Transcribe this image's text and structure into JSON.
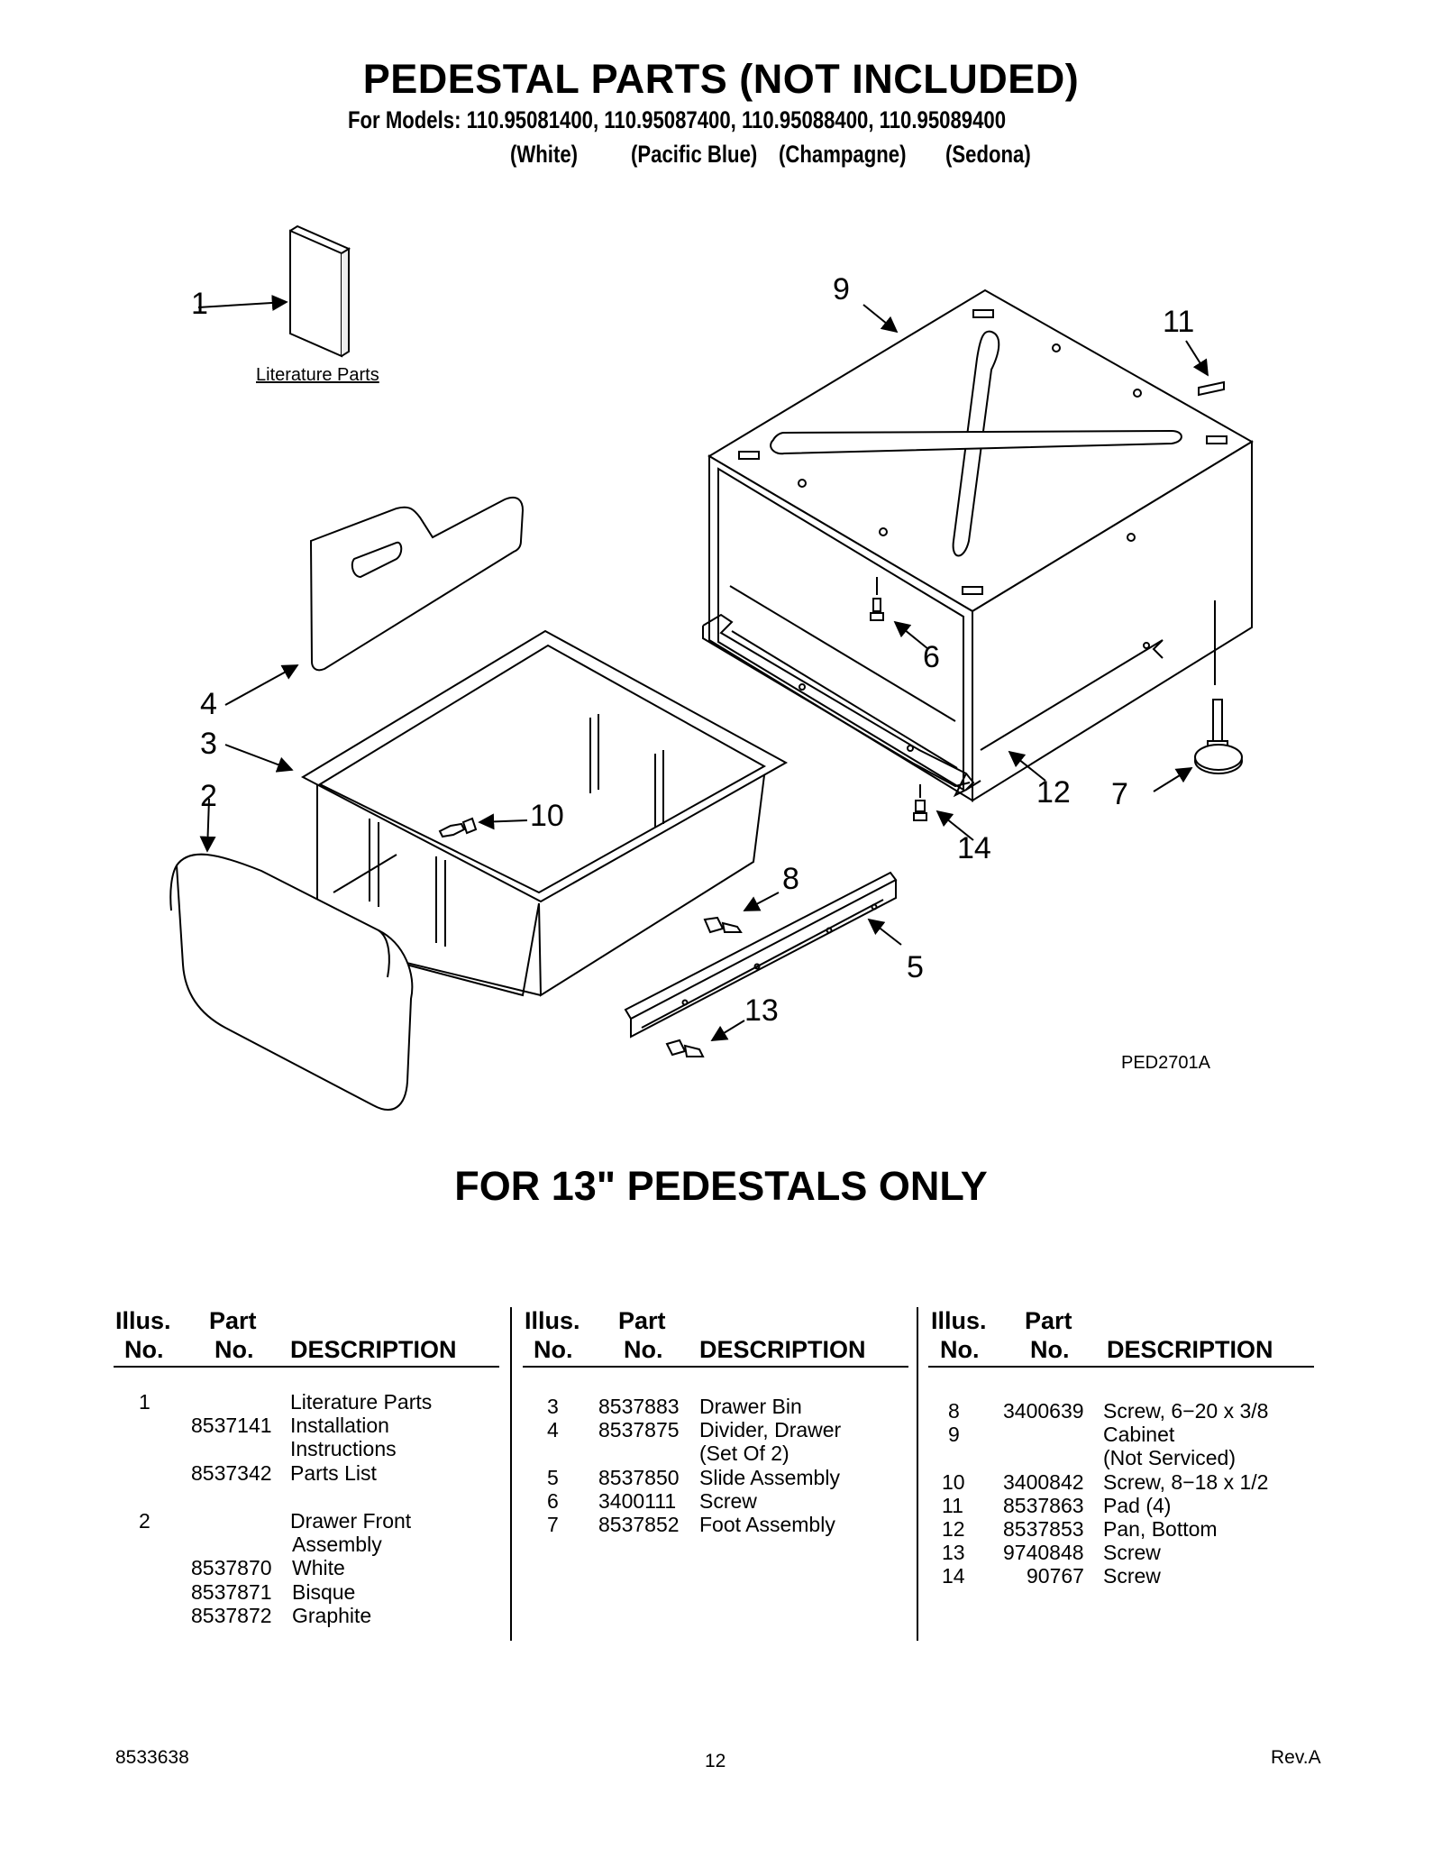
{
  "header": {
    "title": "PEDESTAL PARTS (NOT INCLUDED)",
    "models_line": "For Models: 110.95081400, 110.95087400, 110.95088400, 110.95089400",
    "colors": [
      "(White)",
      "(Pacific Blue)",
      "(Champagne)",
      "(Sedona)"
    ]
  },
  "diagram": {
    "callouts": [
      "1",
      "2",
      "3",
      "4",
      "5",
      "6",
      "7",
      "8",
      "9",
      "10",
      "11",
      "12",
      "13",
      "14"
    ],
    "literature_label": "Literature Parts",
    "figure_code": "PED2701A"
  },
  "subtitle": "FOR 13\" PEDESTALS ONLY",
  "table": {
    "headers": {
      "illus": [
        "Illus.",
        "No."
      ],
      "part": [
        "Part",
        "No."
      ],
      "desc": "DESCRIPTION"
    },
    "col1": [
      {
        "illus": "1",
        "part": "",
        "desc": "Literature Parts"
      },
      {
        "illus": "",
        "part": "8537141",
        "desc": "Installation"
      },
      {
        "illus": "",
        "part": "",
        "desc": "Instructions"
      },
      {
        "illus": "",
        "part": "8537342",
        "desc": "Parts List"
      },
      {
        "illus": "2",
        "part": "",
        "desc": "Drawer Front"
      },
      {
        "illus": "",
        "part": "",
        "desc": "Assembly"
      },
      {
        "illus": "",
        "part": "8537870",
        "desc": "White"
      },
      {
        "illus": "",
        "part": "8537871",
        "desc": "Bisque"
      },
      {
        "illus": "",
        "part": "8537872",
        "desc": "Graphite"
      }
    ],
    "col2": [
      {
        "illus": "3",
        "part": "8537883",
        "desc": "Drawer Bin"
      },
      {
        "illus": "4",
        "part": "8537875",
        "desc": "Divider, Drawer"
      },
      {
        "illus": "",
        "part": "",
        "desc": "(Set Of 2)"
      },
      {
        "illus": "5",
        "part": "8537850",
        "desc": "Slide Assembly"
      },
      {
        "illus": "6",
        "part": "3400111",
        "desc": "Screw"
      },
      {
        "illus": "7",
        "part": "8537852",
        "desc": "Foot Assembly"
      }
    ],
    "col3": [
      {
        "illus": "8",
        "part": "3400639",
        "desc": "Screw, 6−20 x 3/8"
      },
      {
        "illus": "9",
        "part": "",
        "desc": "Cabinet"
      },
      {
        "illus": "",
        "part": "",
        "desc": "(Not Serviced)"
      },
      {
        "illus": "10",
        "part": "3400842",
        "desc": "Screw, 8−18 x 1/2"
      },
      {
        "illus": "11",
        "part": "8537863",
        "desc": "Pad (4)"
      },
      {
        "illus": "12",
        "part": "8537853",
        "desc": "Pan, Bottom"
      },
      {
        "illus": "13",
        "part": "9740848",
        "desc": "Screw"
      },
      {
        "illus": "14",
        "part": "90767",
        "desc": "Screw"
      }
    ]
  },
  "footer": {
    "doc_number": "8533638",
    "page": "12",
    "revision": "Rev.A"
  }
}
